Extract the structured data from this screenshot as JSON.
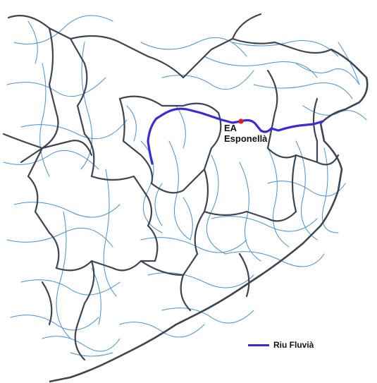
{
  "station": {
    "line1": "EA",
    "line2": "Esponellà",
    "marker_color": "#e2191f"
  },
  "river": {
    "name": "Riu Fluvià",
    "color": "#3a2bd6"
  },
  "legend": {
    "label": "Riu Fluvià"
  },
  "colors": {
    "coastline": "#3d4552",
    "boundaries": "#3d4552",
    "streams": "#4a8fd0",
    "background": "#ffffff"
  }
}
